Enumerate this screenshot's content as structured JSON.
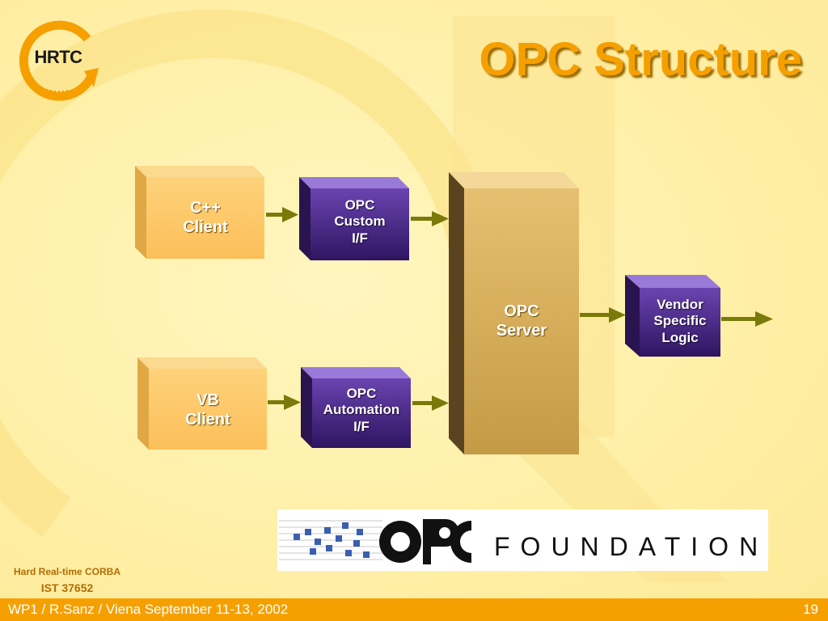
{
  "slide": {
    "title": "OPC Structure",
    "logo_text": "HRTC",
    "project_name": "Hard Real-time CORBA",
    "project_code": "IST 37652",
    "footer_text": "WP1 / R.Sanz / Viena September 11-13, 2002",
    "page_number": "19"
  },
  "diagram": {
    "cpp_client": [
      "C++",
      "Client"
    ],
    "vb_client": [
      "VB",
      "Client"
    ],
    "custom_if": [
      "OPC",
      "Custom",
      "I/F"
    ],
    "automation_if": [
      "OPC",
      "Automation",
      "I/F"
    ],
    "server": [
      "OPC",
      "Server"
    ],
    "vendor_logic": [
      "Vendor",
      "Specific",
      "Logic"
    ]
  },
  "foundation_logo": {
    "brand": "OPC",
    "word": "FOUNDATION"
  },
  "colors": {
    "accent": "#f5a000",
    "client_box": "#fdbf5f",
    "interface_box": "#4a2a86",
    "server_box": "#dcb25e",
    "arrow": "#7a7a0a"
  }
}
